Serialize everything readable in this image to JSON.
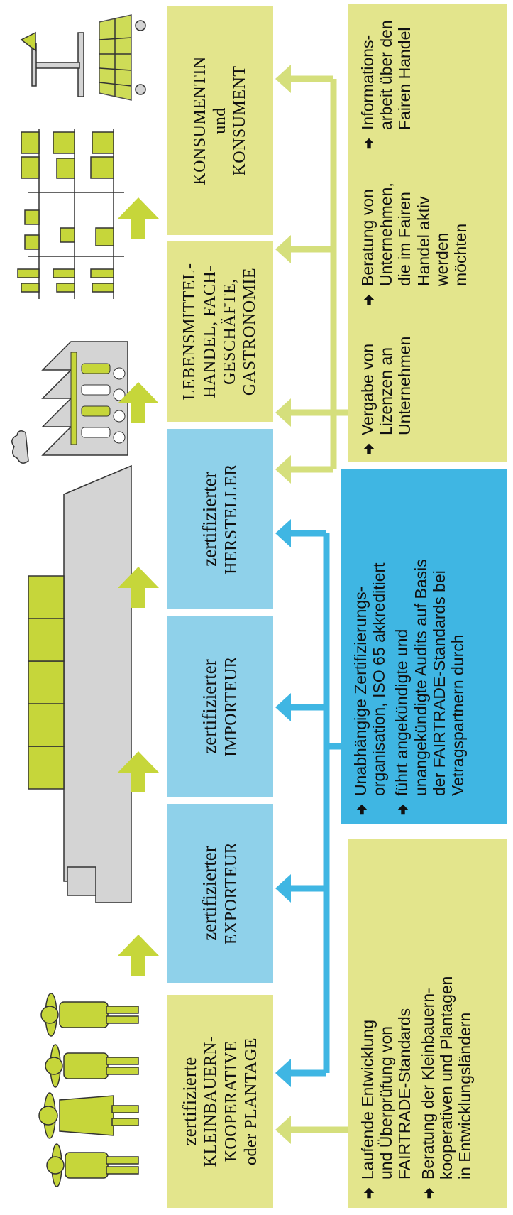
{
  "stages": [
    {
      "lines": [
        "zertifizierte",
        "KLEINBAUERN-",
        "KOOPERATIVE",
        "oder PLANTAGE"
      ]
    },
    {
      "lines": [
        "zertifizierter",
        "EXPORTEUR"
      ]
    },
    {
      "lines": [
        "zertifizierter",
        "IMPORTEUR"
      ]
    },
    {
      "lines": [
        "zertifizierter",
        "HERSTELLER"
      ]
    },
    {
      "lines": [
        "LEBENSMITTEL-",
        "HANDEL, FACH-",
        "GESCHÄFTE,",
        "GASTRONOMIE"
      ]
    },
    {
      "lines": [
        "KONSUMENTIN",
        "und",
        "KONSUMENT"
      ]
    }
  ],
  "panel_left": {
    "bullets": [
      {
        "lines": [
          "Laufende Entwicklung",
          "und Überprüfung von",
          "FAIRTRADE-Standards"
        ]
      },
      {
        "lines": [
          "Beratung der Kleinbauern-",
          "kooperativen und Plantagen",
          "in Entwicklungsländern"
        ]
      }
    ]
  },
  "panel_middle": {
    "bullets": [
      {
        "lines": [
          "Unabhängige Zertifizierungs-",
          "organisation, ISO 65 akkreditiert"
        ]
      },
      {
        "lines": [
          "führt angekündigte und",
          "unangekündigte Audits auf Basis",
          "der FAIRTRADE-Standards bei",
          "Vetragspartnern durch"
        ]
      }
    ]
  },
  "panel_right": {
    "columns": [
      {
        "lines": [
          "Vergabe von",
          "Lizenzen an",
          "Unternehmen"
        ]
      },
      {
        "lines": [
          "Beratung von",
          "Unternehmen,",
          "die im Fairen",
          "Handel aktiv",
          "werden",
          "möchten"
        ]
      },
      {
        "lines": [
          "Informations-",
          "arbeit über den",
          "Fairen Handel"
        ]
      }
    ]
  },
  "icons": [
    "farmers-icon",
    "ship-icon",
    "factory-icon",
    "retail-shelves-icon",
    "shopping-cart-icon"
  ],
  "colors": {
    "green_box": "#e3e58c",
    "blue_box": "#8fd1ea",
    "blue_panel": "#3fb6e3",
    "arrow_green": "#c6d63a",
    "arrow_blue": "#3fb6e3",
    "icon_green": "#c6d63a",
    "icon_gray": "#d4d4d4"
  }
}
